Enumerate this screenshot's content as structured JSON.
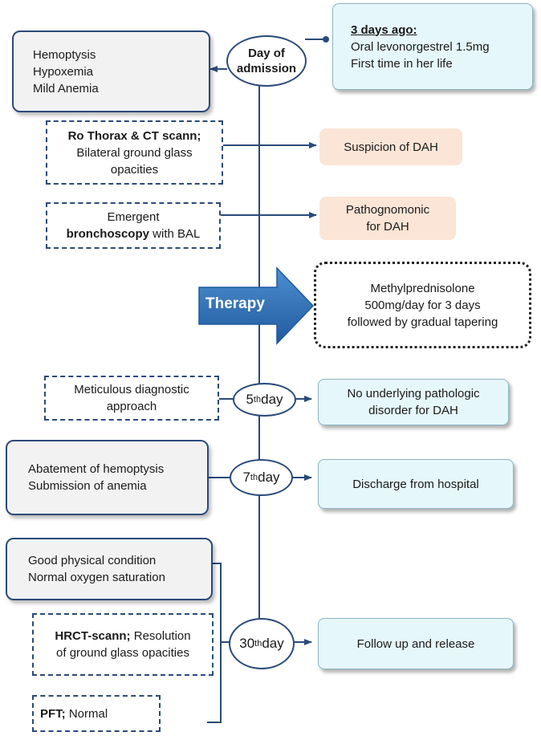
{
  "timeline": {
    "admission": {
      "line1": "Day of",
      "line2": "admission"
    },
    "day5": {
      "num": "5",
      "sup": "th",
      "word": "day"
    },
    "day7": {
      "num": "7",
      "sup": "th",
      "word": "day"
    },
    "day30": {
      "num": "30",
      "sup": "th",
      "word": "day"
    }
  },
  "history": {
    "title": "3 days ago:",
    "line1": "Oral levonorgestrel 1.5mg",
    "line2": "First time in her life"
  },
  "symptoms": [
    "Hemoptysis",
    "Hypoxemia",
    "Mild Anemia"
  ],
  "imaging": {
    "bold": "Ro Thorax & CT scann;",
    "line2": "Bilateral ground glass",
    "line3": "opacities"
  },
  "suspicion": "Suspicion of DAH",
  "bronchoscopy": {
    "line1": "Emergent",
    "bold": "bronchoscopy",
    "rest": " with BAL"
  },
  "pathognomonic": {
    "line1": "Pathognomonic",
    "line2": "for DAH"
  },
  "therapy": {
    "label": "Therapy",
    "lines": [
      "Methylprednisolone",
      "500mg/day for 3 days",
      "followed by gradual tapering"
    ]
  },
  "day5": {
    "left": [
      "Meticulous diagnostic",
      "approach"
    ],
    "right": [
      "No underlying pathologic",
      "disorder for DAH"
    ]
  },
  "day7": {
    "left": [
      "Abatement of hemoptysis",
      "Submission of anemia"
    ],
    "right": "Discharge from hospital"
  },
  "day30": {
    "condition": [
      "Good physical condition",
      "Normal oxygen saturation"
    ],
    "hrct": {
      "bold": "HRCT-scann;",
      "rest": " Resolution",
      "line2": "of ground glass opacities"
    },
    "pft": {
      "bold": "PFT;",
      "rest": "  Normal"
    },
    "right": "Follow up and release"
  },
  "colors": {
    "line": "#2b4a7a",
    "therapy_arrow": "#2f6fb5",
    "peach": "#fbe5d6",
    "light_blue": "#e6f7fb"
  }
}
